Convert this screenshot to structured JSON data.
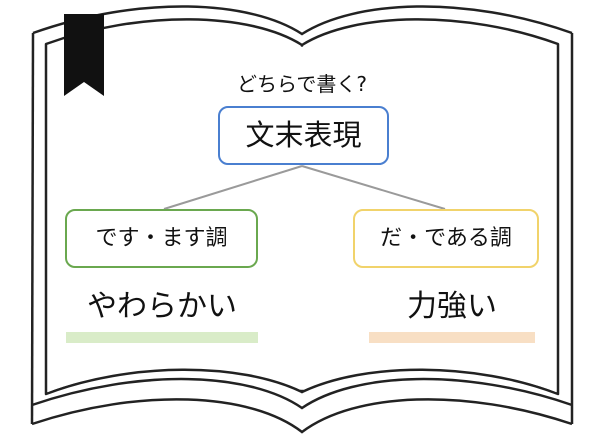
{
  "question": "どちらで書く?",
  "root": {
    "label": "文末表現",
    "border_color": "#4a7fd0"
  },
  "branches": [
    {
      "label": "です・ます調",
      "border_color": "#6aa84f",
      "word": "やわらかい",
      "underline_color": "#d9ecc8"
    },
    {
      "label": "だ・である調",
      "border_color": "#f1d36b",
      "word": "力強い",
      "underline_color": "#f8dfc4"
    }
  ],
  "colors": {
    "connector": "#9a9a9a",
    "book_outline": "#222222",
    "bookmark": "#111111"
  },
  "icons": {
    "bookmark": "bookmark-ribbon-icon",
    "book": "open-book-icon"
  }
}
